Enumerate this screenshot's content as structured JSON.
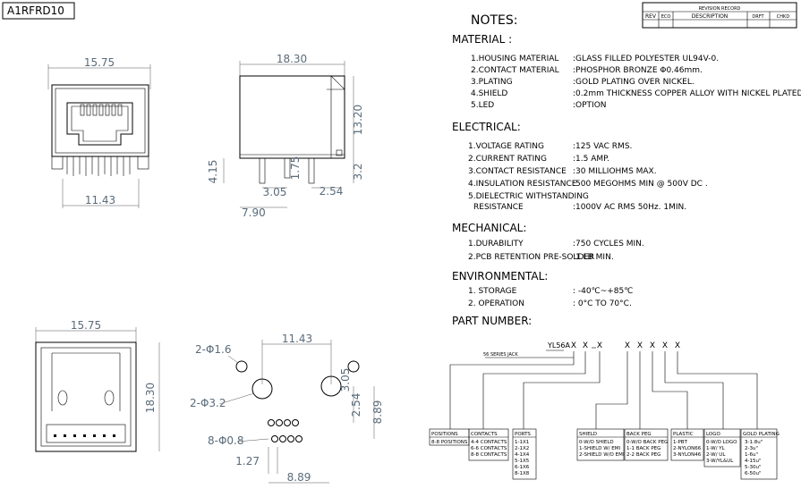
{
  "title_block": {
    "code": "A1RFRD10"
  },
  "revision": {
    "title": "REVISION RECORD",
    "headers": [
      "REV",
      "ECO",
      "DESCRIPTION",
      "DRFT",
      "CHKD"
    ]
  },
  "notes": {
    "heading": "NOTES:",
    "material": {
      "heading": "MATERIAL :",
      "rows": [
        {
          "label": "1.HOUSING MATERIAL",
          "value": ":GLASS FILLED POLYESTER UL94V-0."
        },
        {
          "label": "2.CONTACT MATERIAL",
          "value": ":PHOSPHOR BRONZE Φ0.46mm."
        },
        {
          "label": "3.PLATING",
          "value": ":GOLD PLATING OVER NICKEL."
        },
        {
          "label": "4.SHIELD",
          "value": ":0.2mm THICKNESS COPPER ALLOY WITH NICKEL PLATED."
        },
        {
          "label": "5.LED",
          "value": ":OPTION"
        }
      ]
    },
    "electrical": {
      "heading": "ELECTRICAL:",
      "rows": [
        {
          "label": "1.VOLTAGE RATING",
          "value": ":125 VAC RMS."
        },
        {
          "label": "2.CURRENT RATING",
          "value": ":1.5 AMP."
        },
        {
          "label": "3.CONTACT RESISTANCE",
          "value": ":30 MILLIOHMS MAX."
        },
        {
          "label": "4.INSULATION RESISTANCE",
          "value": ":500 MEGOHMS MIN @ 500V DC ."
        },
        {
          "label": "5.DIELECTRIC WITHSTANDING",
          "label2": "RESISTANCE",
          "value": ":1000V AC RMS 50Hz. 1MIN."
        }
      ]
    },
    "mechanical": {
      "heading": "MECHANICAL:",
      "rows": [
        {
          "label": "1.DURABILITY",
          "value": ":750 CYCLES MIN."
        },
        {
          "label": "2.PCB RETENTION PRE-SOLDER",
          "value": ":1 LB MIN."
        }
      ]
    },
    "environmental": {
      "heading": "ENVIRONMENTAL:",
      "rows": [
        {
          "label": "1. STORAGE",
          "value": ": -40℃~+85℃"
        },
        {
          "label": "2. OPERATION",
          "value": ": 0°C TO 70°C."
        }
      ]
    },
    "part_number": {
      "heading": "PART NUMBER:",
      "code_prefix": "YL56A",
      "code_chars": [
        "X",
        "X",
        "X",
        "X",
        "X",
        "X",
        "X",
        "X"
      ],
      "series_label": "56 SERIES JACK",
      "boxes": [
        {
          "title": "POSITIONS",
          "items": [
            "8-8 POSITIONS"
          ]
        },
        {
          "title": "CONTACTS",
          "items": [
            "4-4 CONTACTS",
            "6-6 CONTACTS",
            "8-8 CONTACTS"
          ]
        },
        {
          "title": "PORTS",
          "items": [
            "1-1X1",
            "2-1X2",
            "4-1X4",
            "5-1X5",
            "6-1X6",
            "8-1X8"
          ]
        },
        {
          "title": "SHIELD",
          "items": [
            "0-W/O SHIELD",
            "1-SHIELD W/ EMI",
            "2-SHIELD W/O EMI"
          ]
        },
        {
          "title": "BACK PEG",
          "items": [
            "0-W/O BACK PEG",
            "1-1 BACK PEG",
            "2-2 BACK PEG"
          ]
        },
        {
          "title": "PLASTIC",
          "items": [
            "1-PBT",
            "2-NYLON66",
            "3-NYLON46"
          ]
        },
        {
          "title": "LOGO",
          "items": [
            "0-W/O LOGO",
            "1-W/ YL",
            "2-W/ UL",
            "3-W/YL&UL"
          ]
        },
        {
          "title": "GOLD PLATING",
          "items": [
            "3-1.8u\"",
            "2-3u\"",
            "1-6u\"",
            "4-15u\"",
            "5-30u\"",
            "6-50u\""
          ]
        }
      ]
    }
  },
  "dimensions": {
    "front_width": "15.75",
    "front_inner": "11.43",
    "side_length": "18.30",
    "side_height": "13.20",
    "side_pin": "3.2",
    "side_a": "3.05",
    "side_b": "2.54",
    "side_total": "7.90",
    "side_left": "4.15",
    "side_mid": "1.75",
    "bottom_width": "15.75",
    "bottom_depth": "18.30",
    "fp_width": "11.43",
    "fp_peg_small": "2-Φ1.6",
    "fp_peg_large": "2-Φ3.2",
    "fp_pins": "8-Φ0.8",
    "fp_pitch": "1.27",
    "fp_span": "8.89",
    "fp_row": "2.54",
    "fp_height": "8.89",
    "fp_top": "3.05"
  }
}
